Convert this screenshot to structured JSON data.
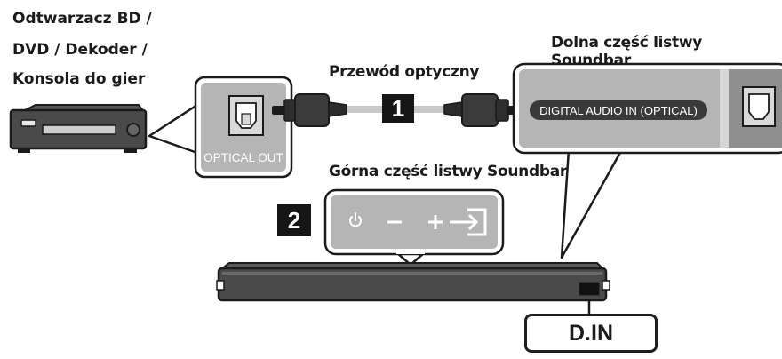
{
  "source_device": {
    "label_lines": [
      "Odtwarzacz BD /",
      "DVD / Dekoder /",
      "Konsola do gier"
    ],
    "port_label": "OPTICAL OUT"
  },
  "cable": {
    "label": "Przewód optyczny",
    "step": "1"
  },
  "soundbar_bottom": {
    "label": "Dolna część listwy Soundbar",
    "port_label": "DIGITAL AUDIO IN (OPTICAL)"
  },
  "soundbar_top": {
    "label": "Górna część listwy Soundbar",
    "step": "2",
    "buttons": [
      "power-icon",
      "volume-down-icon",
      "volume-up-icon",
      "source-input-icon"
    ]
  },
  "mode_display": {
    "text": "D.IN"
  },
  "colors": {
    "panel_gray": "#b5b5b5",
    "device_dark": "#3a3a3a",
    "label_box": "#161616",
    "soundbar_body": "#4a4a4a"
  }
}
